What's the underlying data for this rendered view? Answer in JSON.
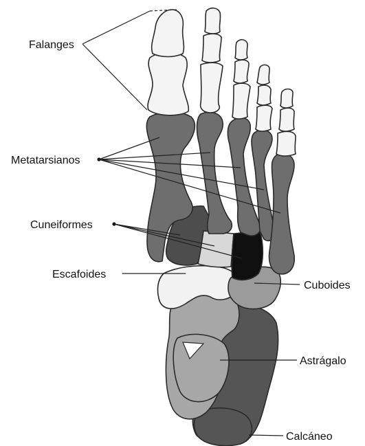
{
  "labels": {
    "falanges": "Falanges",
    "metatarsianos": "Metatarsianos",
    "cuneiformes": "Cuneiformes",
    "escafoides": "Escafoides",
    "cuboides": "Cuboides",
    "astragalo": "Astrágalo",
    "calcaneo": "Calcáneo"
  },
  "colors": {
    "phalanx": "#f4f4f4",
    "metatarsal": "#6e6e6e",
    "cuneiform_medial": "#4d4d4d",
    "cuneiform_intermediate": "#d8d8d8",
    "cuneiform_lateral": "#0f0f0f",
    "navicular": "#f2f2f2",
    "cuboid": "#9b9b9b",
    "talus": "#a7a7a7",
    "calcaneus": "#555555",
    "outline": "#2a2a2a"
  }
}
